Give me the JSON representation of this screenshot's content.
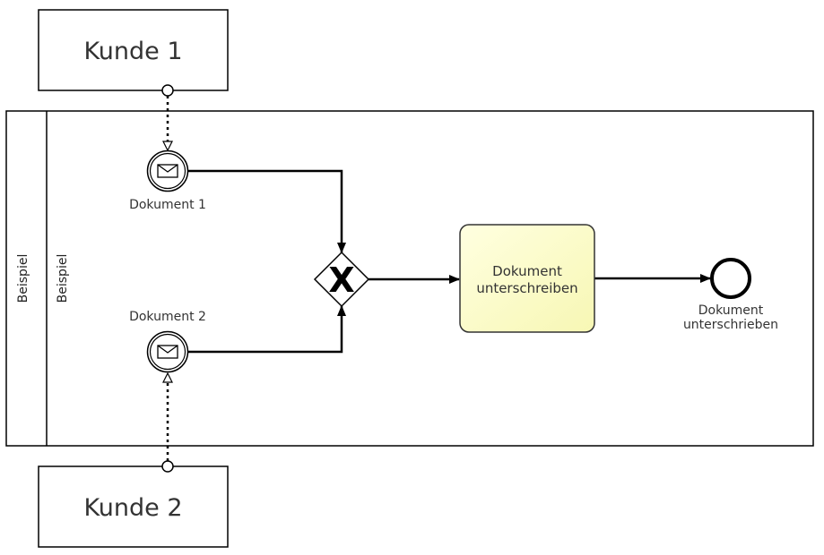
{
  "participants": {
    "top": {
      "label": "Kunde 1"
    },
    "bottom": {
      "label": "Kunde 2"
    }
  },
  "pool": {
    "label": "Beispiel",
    "lane_label": "Beispiel"
  },
  "events": {
    "start1": {
      "label": "Dokument 1",
      "icon": "envelope-icon"
    },
    "start2": {
      "label": "Dokument 2",
      "icon": "envelope-icon"
    },
    "end": {
      "label_line1": "Dokument",
      "label_line2": "unterschrieben"
    }
  },
  "gateway": {
    "marker": "X"
  },
  "task": {
    "label_line1": "Dokument",
    "label_line2": "unterschreiben",
    "fill_color": "#fdfdc8",
    "stroke_color": "#333333"
  }
}
